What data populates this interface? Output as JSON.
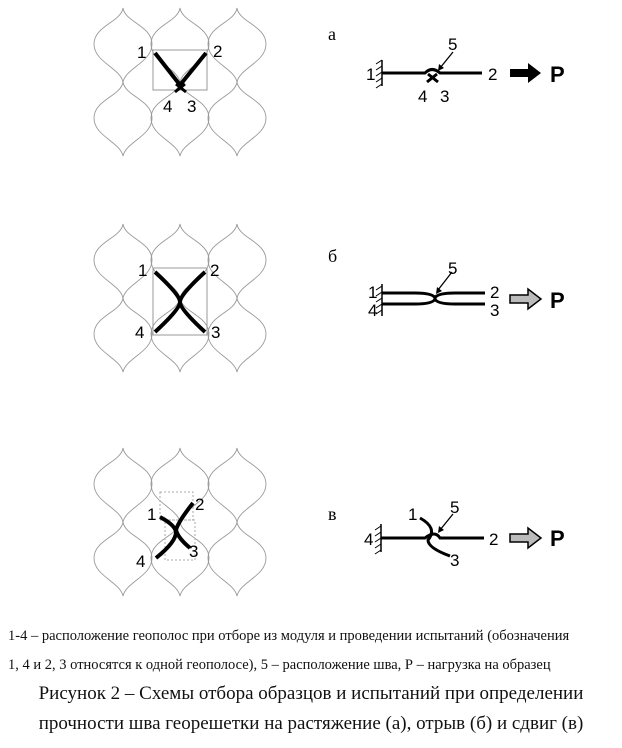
{
  "panels": [
    {
      "letter": "а",
      "left_labels": [
        "1",
        "2",
        "4",
        "3"
      ],
      "right_labels": [
        "1",
        "5",
        "4",
        "3",
        "2"
      ],
      "load": "P"
    },
    {
      "letter": "б",
      "left_labels": [
        "1",
        "2",
        "4",
        "3"
      ],
      "right_labels": [
        "1",
        "4",
        "5",
        "2",
        "3"
      ],
      "load": "P"
    },
    {
      "letter": "в",
      "left_labels": [
        "1",
        "2",
        "4",
        "3"
      ],
      "right_labels": [
        "4",
        "1",
        "5",
        "3",
        "2"
      ],
      "load": "P"
    }
  ],
  "notes": [
    "1-4 – расположение геополос при отборе из модуля и проведении испытаний (обозначения",
    "1, 4 и 2, 3 относятся к одной геополосе), 5 – расположение шва, Р – нагрузка на образец"
  ],
  "caption": [
    "Рисунок 2 – Схемы отбора образцов и испытаний при определении",
    "прочности шва георешетки на растяжение (а), отрыв (б) и сдвиг (в)"
  ]
}
